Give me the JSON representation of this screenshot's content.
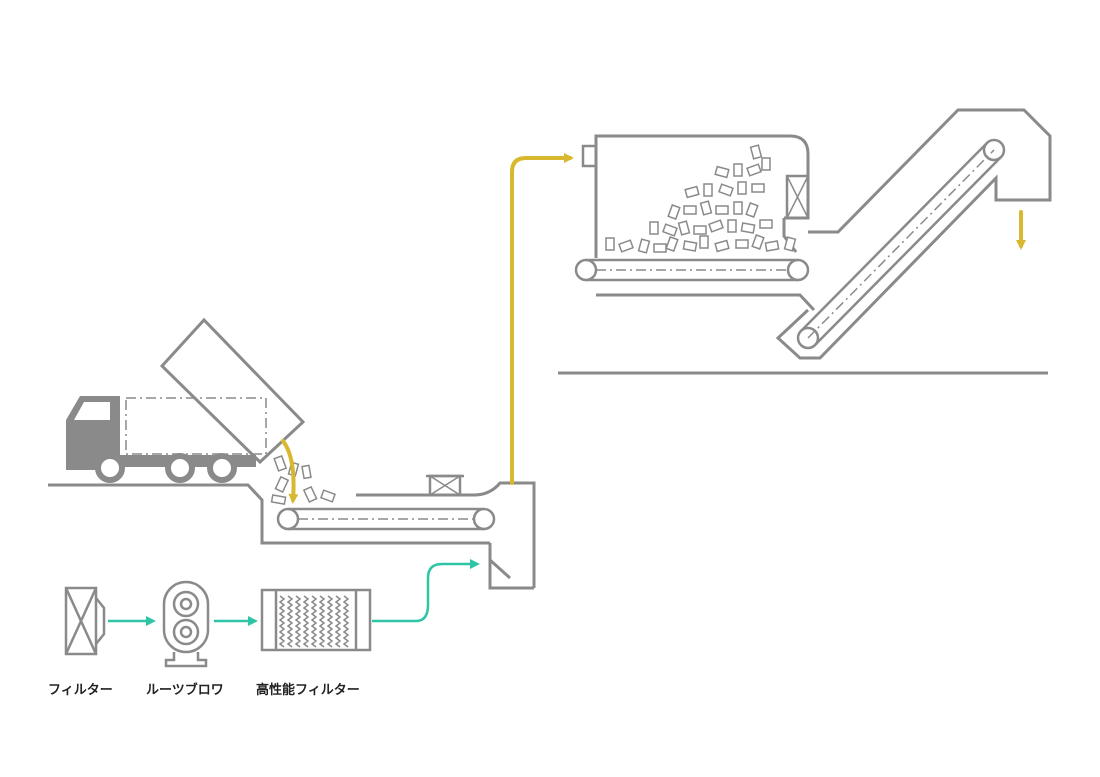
{
  "colors": {
    "line": "#8a8a8a",
    "material_flow": "#d9b72e",
    "air_flow": "#2ec4a6",
    "background": "#ffffff"
  },
  "labels": {
    "filter": "フィルター",
    "roots_blower": "ルーツブロワ",
    "hepa_filter": "高性能フィルター"
  },
  "icons": [
    "dump-truck-icon",
    "filter-icon",
    "roots-blower-icon",
    "high-performance-filter-icon"
  ]
}
